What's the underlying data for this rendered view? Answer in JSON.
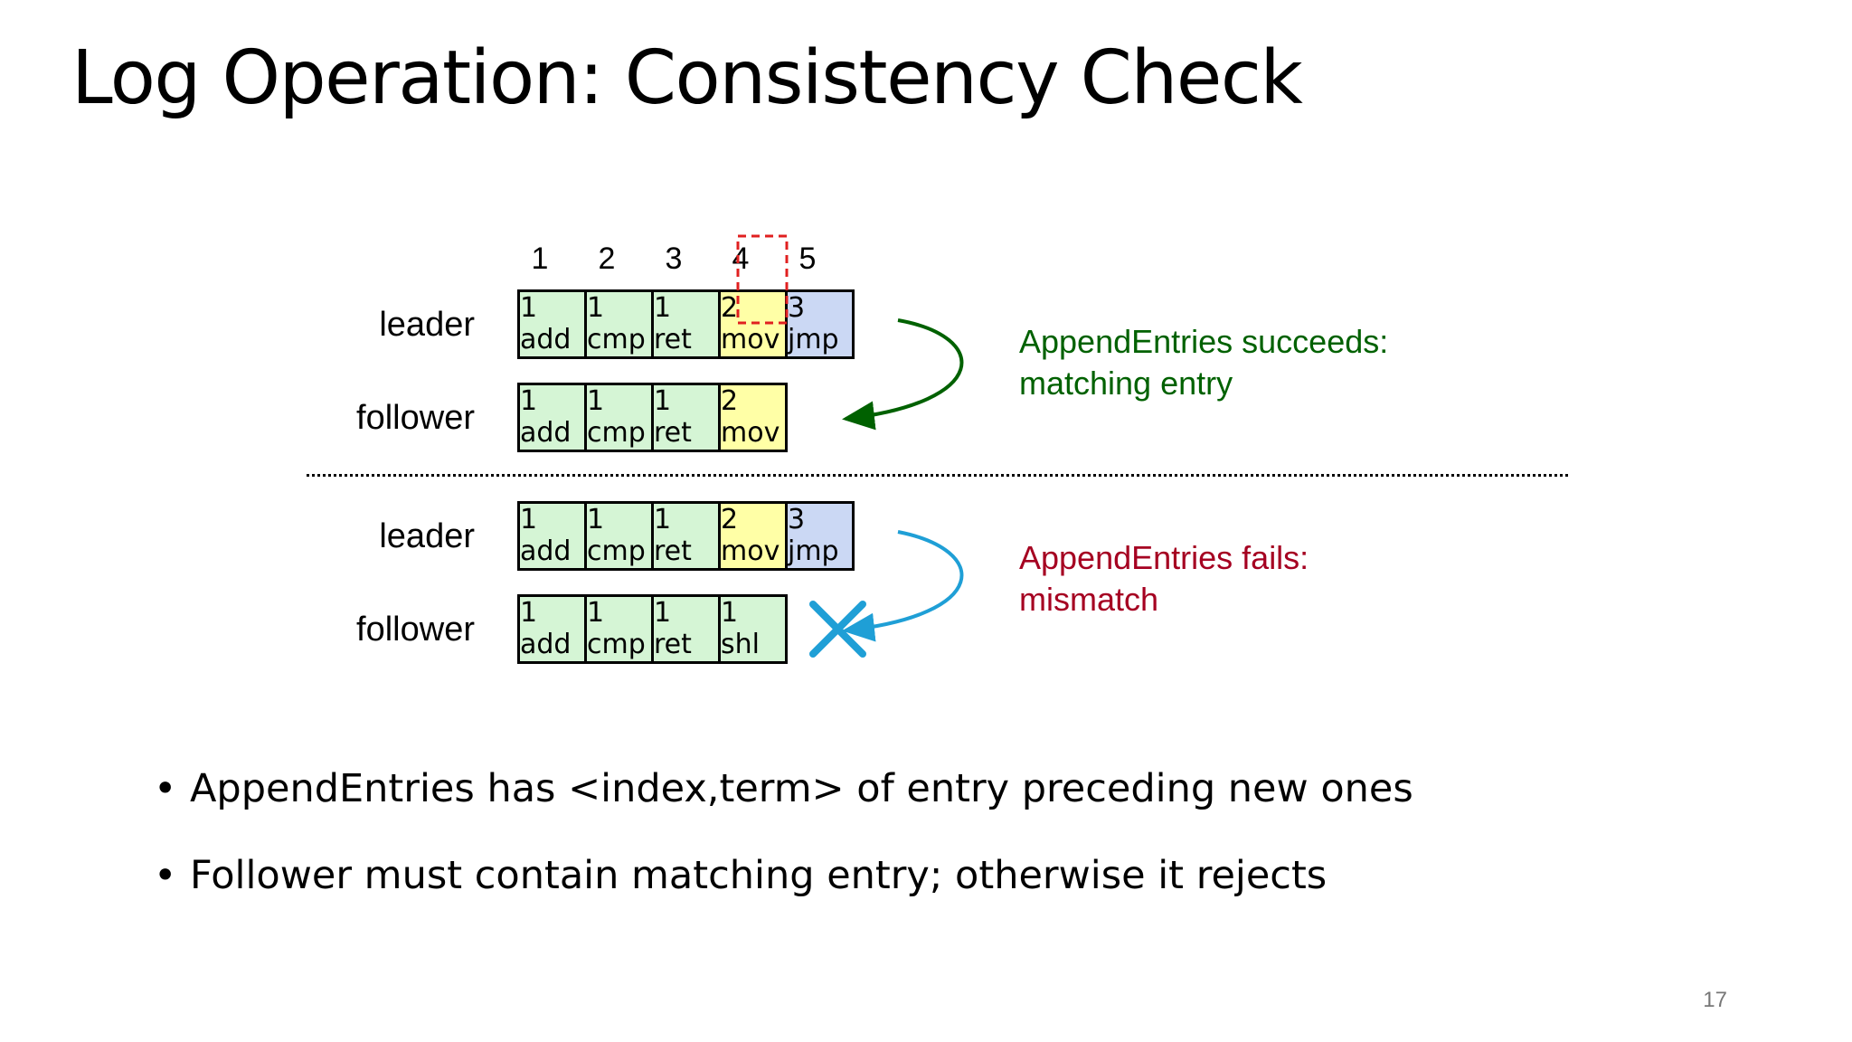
{
  "title": "Log Operation:  Consistency Check",
  "indices": [
    "1",
    "2",
    "3",
    "4",
    "5"
  ],
  "highlighted_index": "4",
  "scenarios": [
    {
      "outcome_lines": [
        "AppendEntries succeeds:",
        "matching entry"
      ],
      "outcome_color": "#006100",
      "arrow_color": "#006100",
      "rejected": false,
      "logs": [
        {
          "label": "leader",
          "entries": [
            {
              "term": "1",
              "cmd": "add",
              "color": "#d5f5d5"
            },
            {
              "term": "1",
              "cmd": "cmp",
              "color": "#d5f5d5"
            },
            {
              "term": "1",
              "cmd": "ret",
              "color": "#d5f5d5"
            },
            {
              "term": "2",
              "cmd": "mov",
              "color": "#ffffa6"
            },
            {
              "term": "3",
              "cmd": "jmp",
              "color": "#cbd8f4"
            }
          ]
        },
        {
          "label": "follower",
          "entries": [
            {
              "term": "1",
              "cmd": "add",
              "color": "#d5f5d5"
            },
            {
              "term": "1",
              "cmd": "cmp",
              "color": "#d5f5d5"
            },
            {
              "term": "1",
              "cmd": "ret",
              "color": "#d5f5d5"
            },
            {
              "term": "2",
              "cmd": "mov",
              "color": "#ffffa6"
            }
          ]
        }
      ]
    },
    {
      "outcome_lines": [
        "AppendEntries fails:",
        "mismatch"
      ],
      "outcome_color": "#a50021",
      "arrow_color": "#1f9fd6",
      "rejected": true,
      "logs": [
        {
          "label": "leader",
          "entries": [
            {
              "term": "1",
              "cmd": "add",
              "color": "#d5f5d5"
            },
            {
              "term": "1",
              "cmd": "cmp",
              "color": "#d5f5d5"
            },
            {
              "term": "1",
              "cmd": "ret",
              "color": "#d5f5d5"
            },
            {
              "term": "2",
              "cmd": "mov",
              "color": "#ffffa6"
            },
            {
              "term": "3",
              "cmd": "jmp",
              "color": "#cbd8f4"
            }
          ]
        },
        {
          "label": "follower",
          "entries": [
            {
              "term": "1",
              "cmd": "add",
              "color": "#d5f5d5"
            },
            {
              "term": "1",
              "cmd": "cmp",
              "color": "#d5f5d5"
            },
            {
              "term": "1",
              "cmd": "ret",
              "color": "#d5f5d5"
            },
            {
              "term": "1",
              "cmd": "shl",
              "color": "#d5f5d5"
            }
          ]
        }
      ]
    }
  ],
  "highlight_color": "#e02020",
  "reject_mark_color": "#1f9fd6",
  "bullets": [
    "AppendEntries has <index,term> of entry preceding new ones",
    "Follower must contain matching entry; otherwise it rejects"
  ],
  "page_number": "17"
}
